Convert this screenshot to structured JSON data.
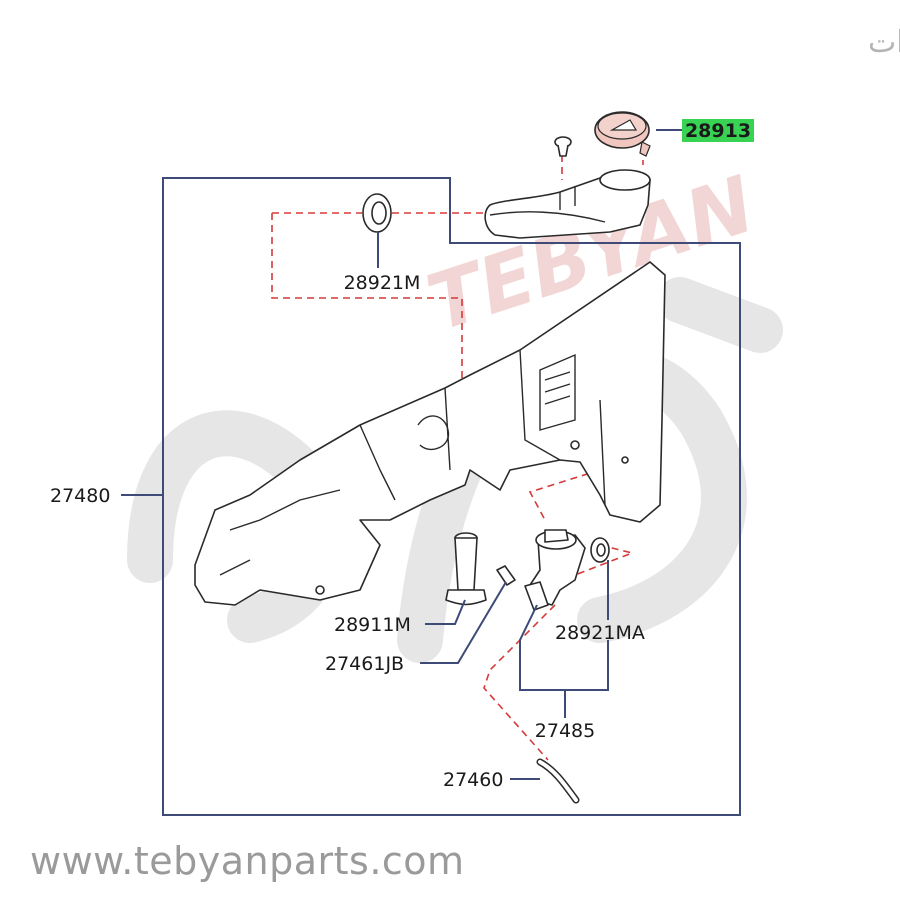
{
  "brand_arabic": "تبيان لقطع غيار السيارات",
  "watermark_latin": "TEBYAN",
  "website": "www.tebyanparts.com",
  "highlight_color": "#39d353",
  "parts": {
    "p28913": "28913",
    "p28921M": "28921M",
    "p27480": "27480",
    "p28911M": "28911M",
    "p27461JB": "27461JB",
    "p28921MA": "28921MA",
    "p27485": "27485",
    "p27460": "27460"
  }
}
